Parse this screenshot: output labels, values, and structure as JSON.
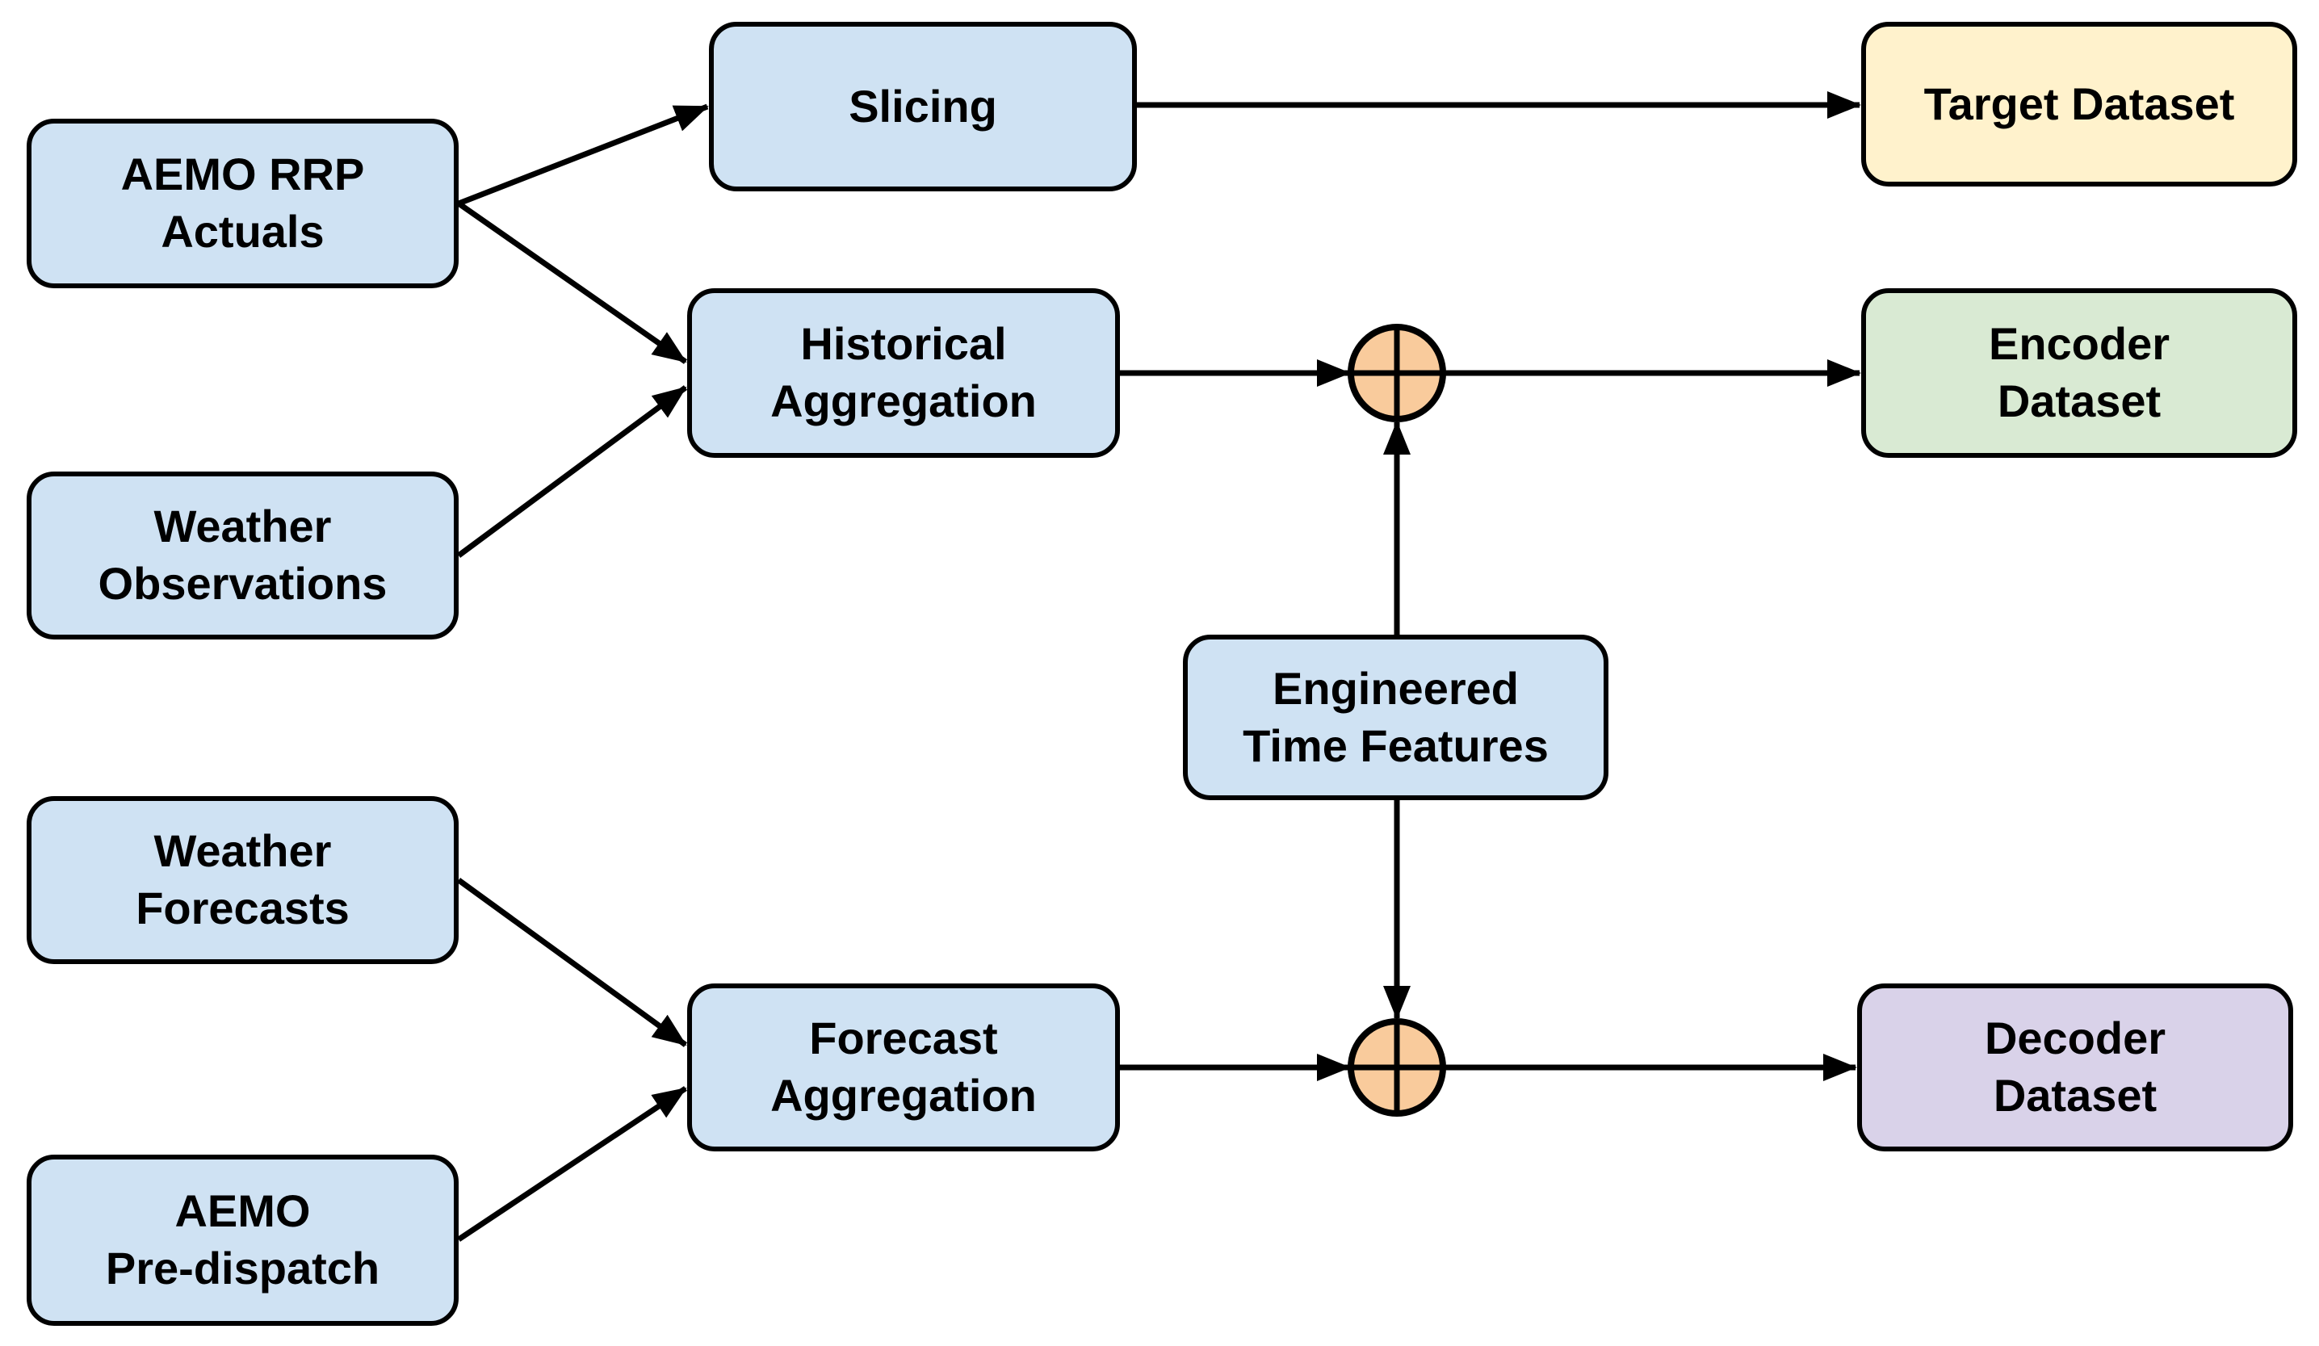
{
  "diagram": {
    "background": "#ffffff",
    "colors": {
      "process_fill": "#cfe2f3",
      "target_fill": "#fff2cc",
      "encoder_fill": "#d9ead3",
      "decoder_fill": "#d9d2e9",
      "sum_fill": "#f9cb9c",
      "line": "#000000",
      "border": "#000000",
      "text": "#000000"
    },
    "nodes": [
      {
        "id": "aemo-rrp-actuals",
        "label": "AEMO RRP\nActuals",
        "fill": "#cfe2f3"
      },
      {
        "id": "weather-observations",
        "label": "Weather\nObservations",
        "fill": "#cfe2f3"
      },
      {
        "id": "weather-forecasts",
        "label": "Weather\nForecasts",
        "fill": "#cfe2f3"
      },
      {
        "id": "aemo-pre-dispatch",
        "label": "AEMO\nPre-dispatch",
        "fill": "#cfe2f3"
      },
      {
        "id": "slicing",
        "label": "Slicing",
        "fill": "#cfe2f3"
      },
      {
        "id": "historical-aggregation",
        "label": "Historical\nAggregation",
        "fill": "#cfe2f3"
      },
      {
        "id": "forecast-aggregation",
        "label": "Forecast\nAggregation",
        "fill": "#cfe2f3"
      },
      {
        "id": "engineered-time-features",
        "label": "Engineered\nTime Features",
        "fill": "#cfe2f3"
      },
      {
        "id": "target-dataset",
        "label": "Target Dataset",
        "fill": "#fff2cc"
      },
      {
        "id": "encoder-dataset",
        "label": "Encoder\nDataset",
        "fill": "#d9ead3"
      },
      {
        "id": "decoder-dataset",
        "label": "Decoder\nDataset",
        "fill": "#d9d2e9"
      }
    ],
    "sum_nodes": [
      {
        "id": "sum-top",
        "symbol": "circled-plus",
        "fill": "#f9cb9c"
      },
      {
        "id": "sum-bottom",
        "symbol": "circled-plus",
        "fill": "#f9cb9c"
      }
    ],
    "edges": [
      {
        "from": "aemo-rrp-actuals",
        "to": "slicing"
      },
      {
        "from": "aemo-rrp-actuals",
        "to": "historical-aggregation"
      },
      {
        "from": "weather-observations",
        "to": "historical-aggregation"
      },
      {
        "from": "slicing",
        "to": "target-dataset"
      },
      {
        "from": "historical-aggregation",
        "to": "sum-top"
      },
      {
        "from": "engineered-time-features",
        "to": "sum-top"
      },
      {
        "from": "sum-top",
        "to": "encoder-dataset"
      },
      {
        "from": "weather-forecasts",
        "to": "forecast-aggregation"
      },
      {
        "from": "aemo-pre-dispatch",
        "to": "forecast-aggregation"
      },
      {
        "from": "forecast-aggregation",
        "to": "sum-bottom"
      },
      {
        "from": "engineered-time-features",
        "to": "sum-bottom"
      },
      {
        "from": "sum-bottom",
        "to": "decoder-dataset"
      }
    ]
  }
}
